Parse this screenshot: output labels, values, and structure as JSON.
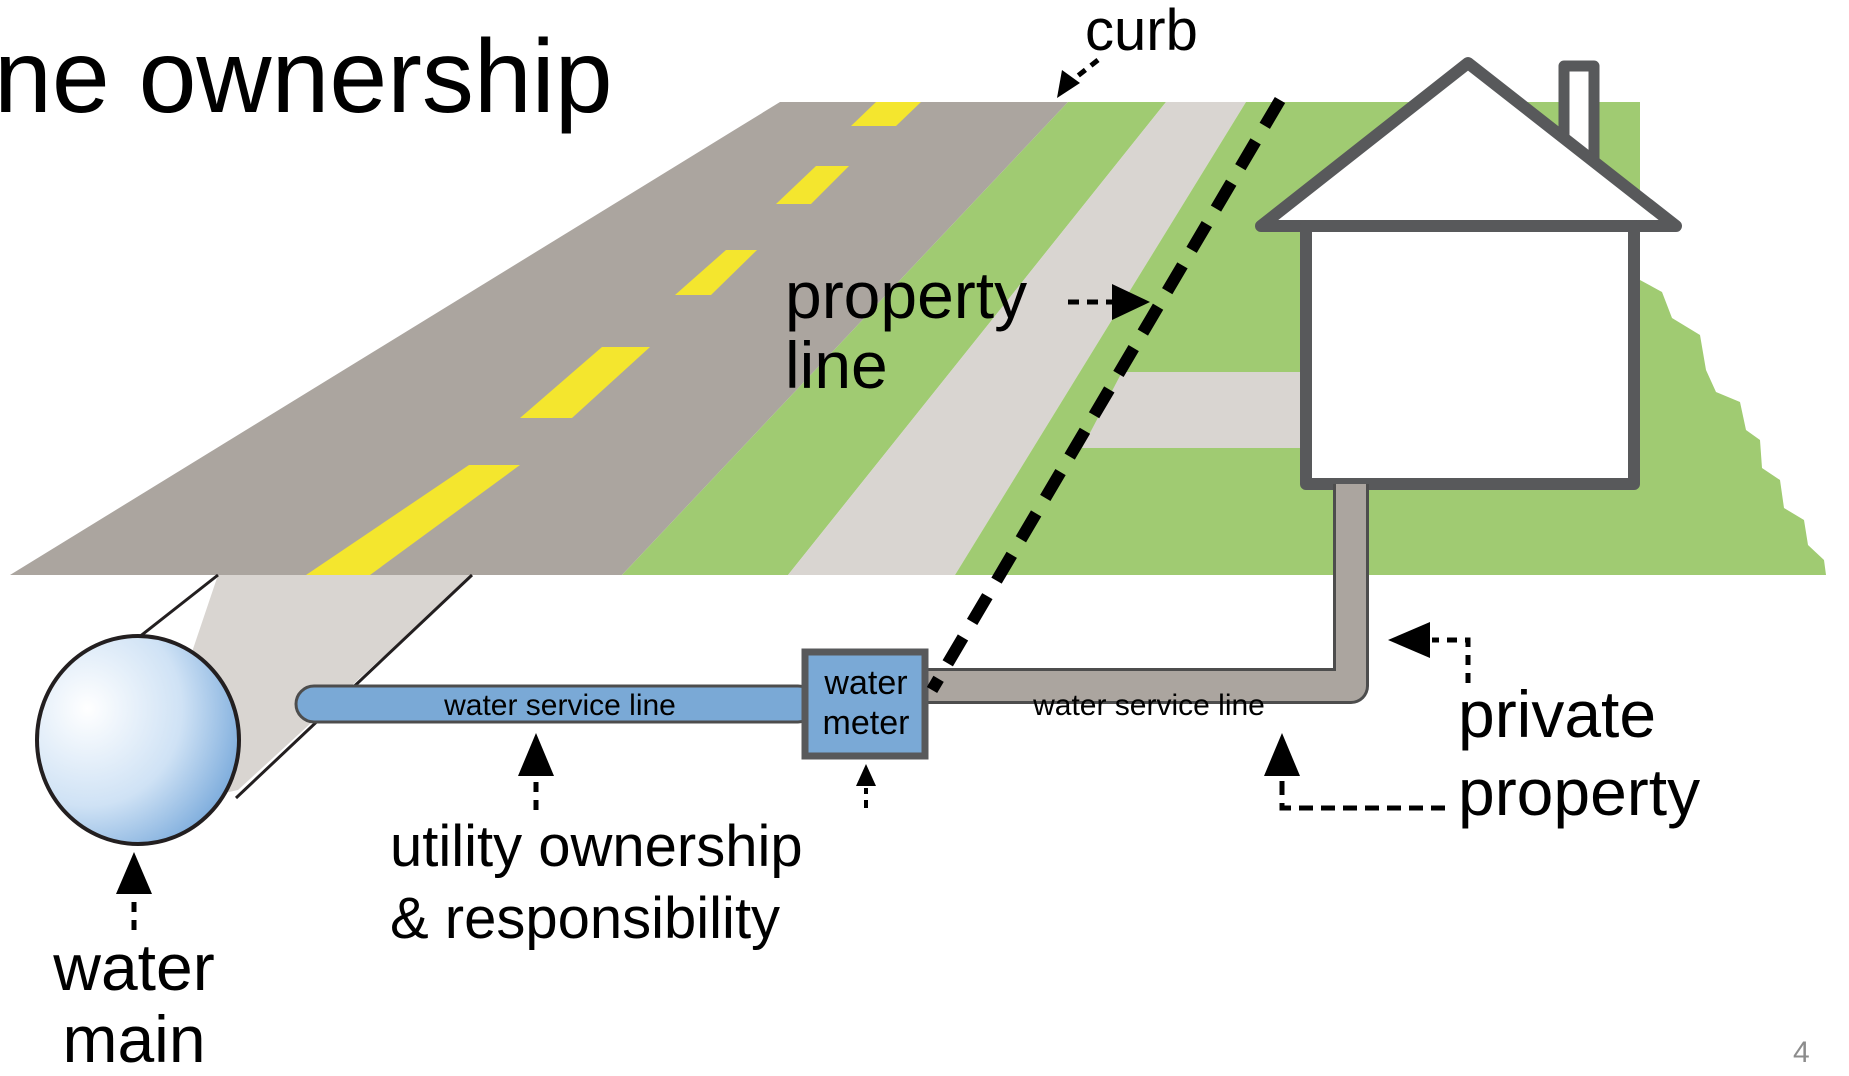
{
  "slide": {
    "title": "ne ownership",
    "page_number": "4"
  },
  "labels": {
    "curb": "curb",
    "property_line_1": "property",
    "property_line_2": "line",
    "water_service_line_public": "water service line",
    "water_service_line_private": "water service line",
    "water_meter_1": "water",
    "water_meter_2": "meter",
    "utility_1": "utility ownership",
    "utility_2": "& responsibility",
    "water_main_1": "water",
    "water_main_2": "main",
    "private_1": "private",
    "private_2": "property"
  },
  "colors": {
    "road": "#aba59f",
    "road_stripe": "#f4e62e",
    "grass": "#a0cb72",
    "sidewalk": "#d9d5d1",
    "utility_pipe": "#7aa9d6",
    "private_pipe": "#aba59f",
    "house_outline": "#58595b",
    "text": "#000000"
  }
}
